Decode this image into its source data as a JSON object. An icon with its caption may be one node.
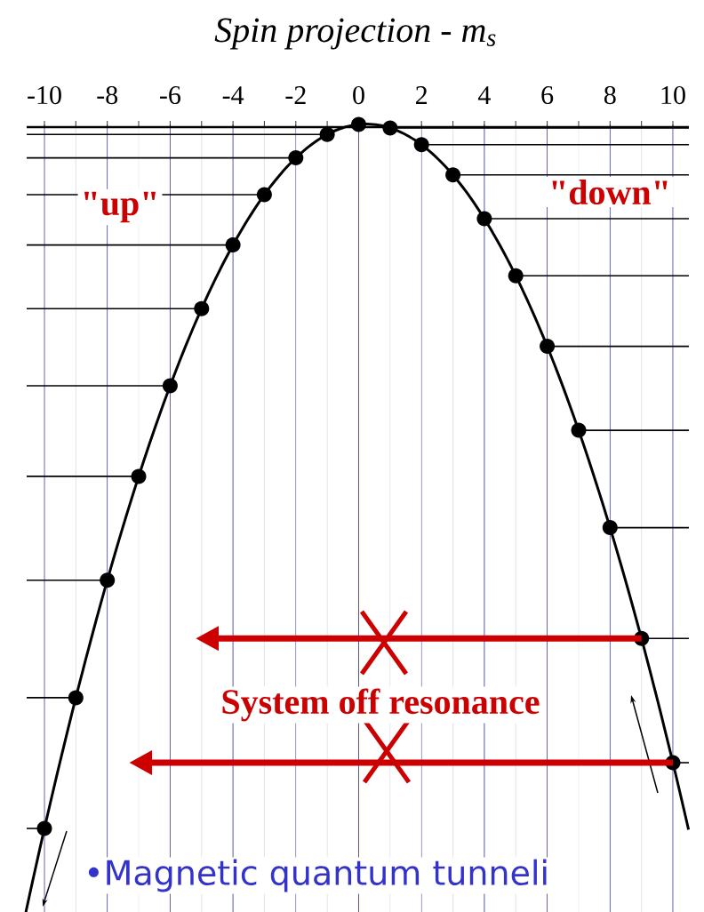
{
  "diagram": {
    "title": "Spin projection - m$_{s}$",
    "nodes": [
      {
        "text": [],
        "shape": "circle"
      },
      {
        "text": [],
        "shape": "circle"
      },
      {
        "text": [],
        "shape": "circle"
      },
      {
        "text": [],
        "shape": "circle"
      },
      {
        "text": [],
        "shape": "circle"
      },
      {
        "text": [],
        "shape": "circle"
      },
      {
        "text": [],
        "shape": "circle"
      },
      {
        "text": [],
        "shape": "circle"
      },
      {
        "text": [],
        "shape": "circle"
      },
      {
        "text": [],
        "shape": "circle"
      },
      {
        "text": [],
        "shape": "circle"
      },
      {
        "text": [],
        "shape": "circle"
      },
      {
        "text": [],
        "shape": "circle"
      },
      {
        "text": [],
        "shape": "circle"
      },
      {
        "text": [],
        "shape": "circle"
      },
      {
        "text": [],
        "shape": "circle"
      },
      {
        "text": [],
        "shape": "circle"
      },
      {
        "text": [],
        "shape": "circle"
      },
      {
        "text": [],
        "shape": "circle"
      },
      {
        "text": [],
        "shape": "circle"
      },
      {
        "text": [],
        "shape": "circle"
      }
    ],
    "edges": [
      {
        "from": 19,
        "to": null,
        "arrow": "to"
      },
      {
        "from": 20,
        "to": null,
        "arrow": "to"
      }
    ],
    "labels": [
      "-10",
      "-8",
      "-6",
      "-4",
      "-2",
      "0",
      "2",
      "4",
      "6",
      "8",
      "10",
      "\"up\"",
      "\"down\"",
      "System off resonance",
      "•Magnetic quantum tunneli"
    ]
  }
}
